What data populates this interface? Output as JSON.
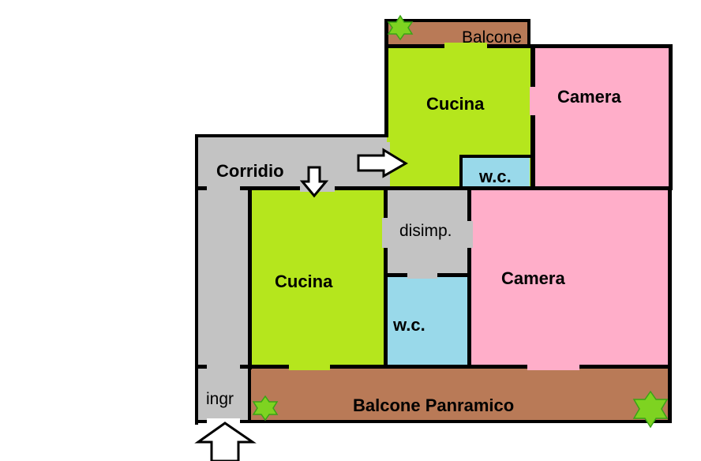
{
  "colors": {
    "kitchen": "#b5e61d",
    "bedroom": "#ffaec9",
    "bathroom": "#99d9ea",
    "corridor": "#c3c3c3",
    "balcony": "#b97a57",
    "wall": "#000000",
    "star": "#7ed321"
  },
  "labels": {
    "balcone_top": "Balcone",
    "cucina_upper": "Cucina",
    "camera_upper": "Camera",
    "corridio": "Corridio",
    "wc_upper": "w.c.",
    "disimp": "disimp.",
    "cucina_lower": "Cucina",
    "camera_lower": "Camera",
    "wc_lower": "w.c.",
    "ingr": "ingr",
    "balcone_panramico": "Balcone Panramico"
  },
  "icons": {
    "entry_arrow": "arrow-up-icon",
    "corridor_arrow_right": "arrow-right-icon",
    "corridor_arrow_down": "arrow-down-icon",
    "star": "star-icon"
  }
}
